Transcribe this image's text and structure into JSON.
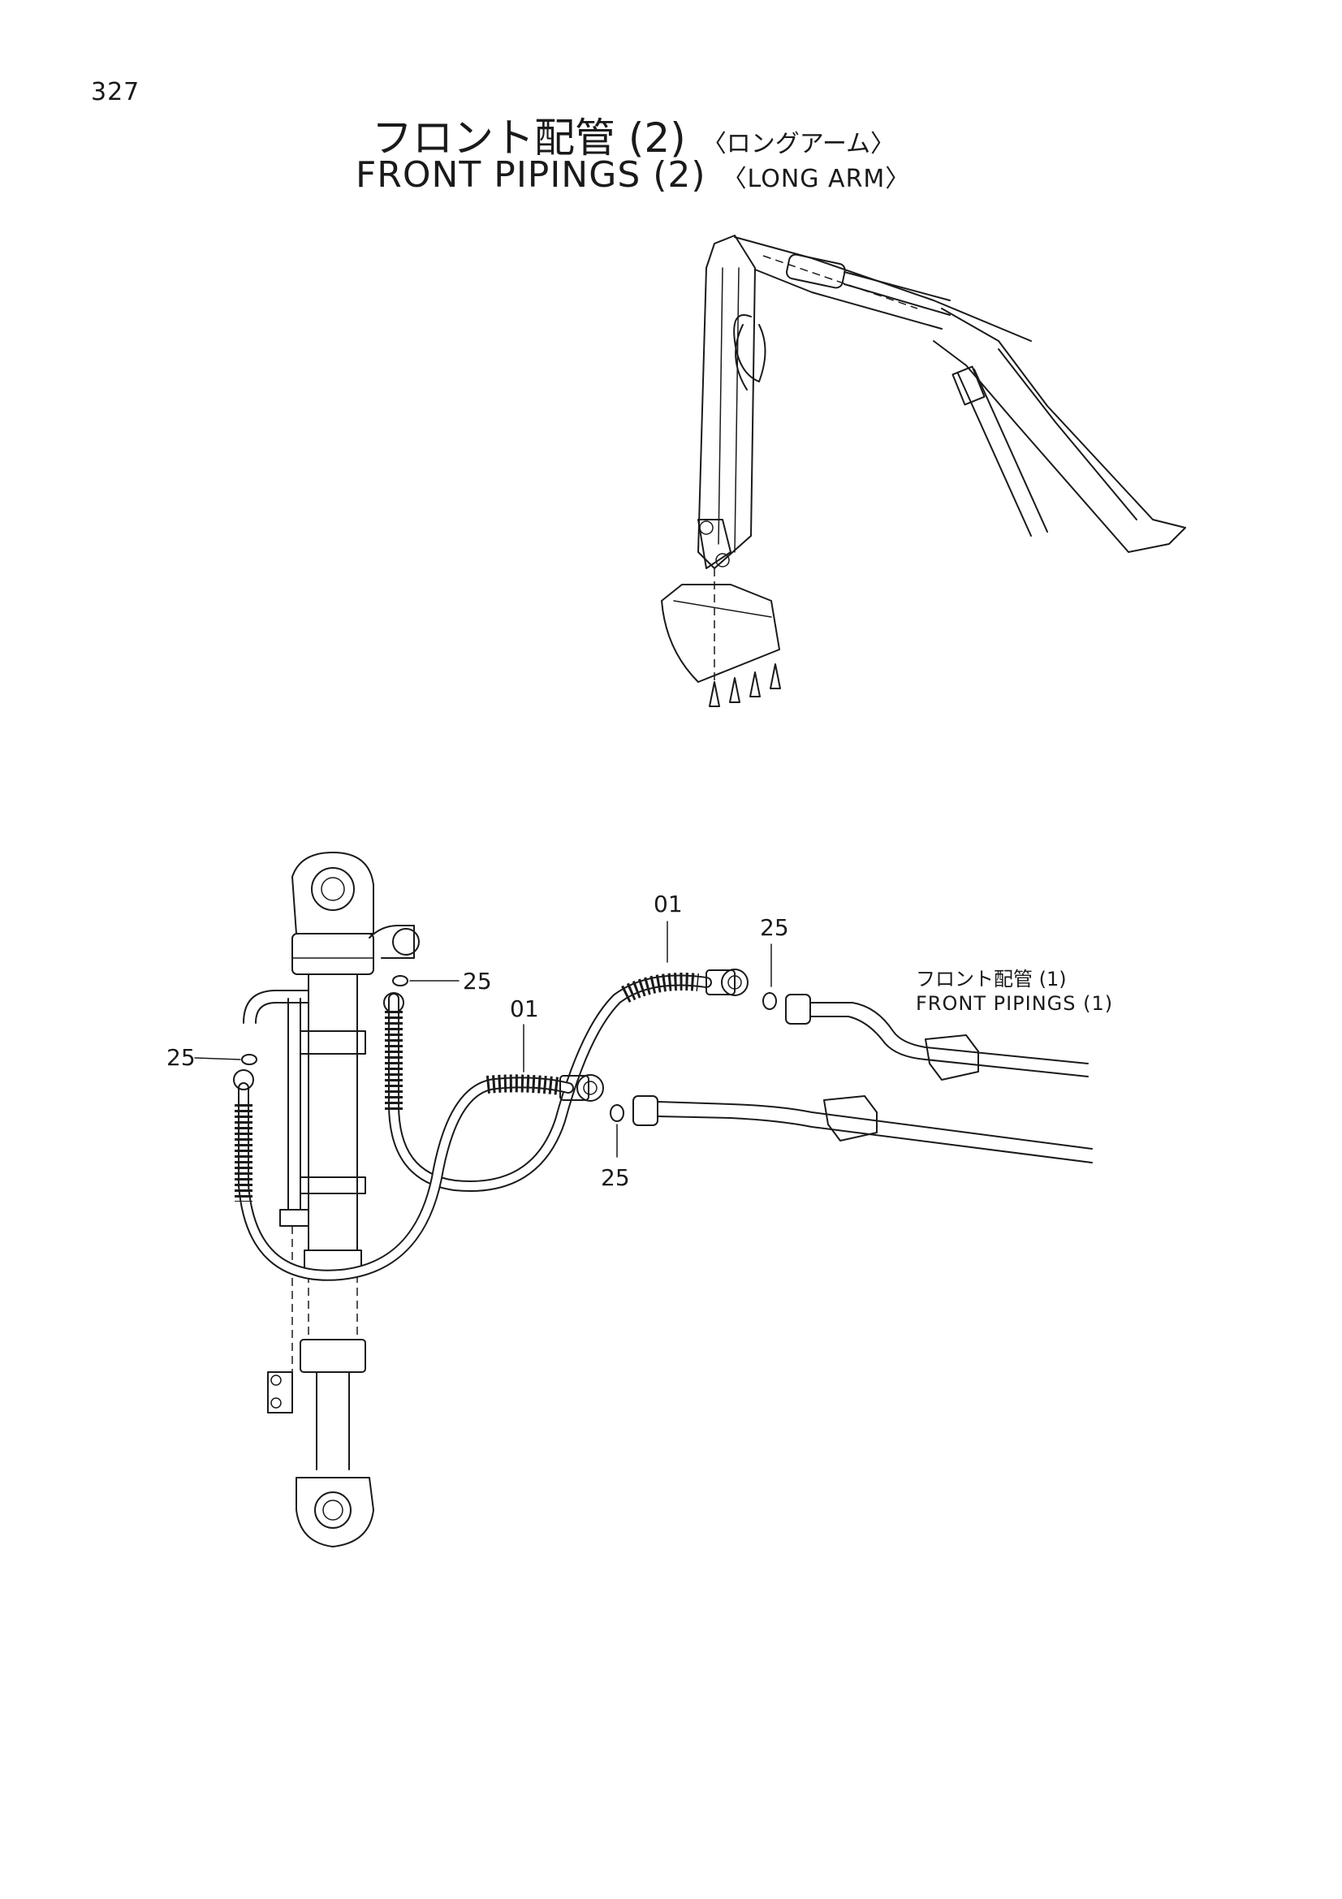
{
  "page_number": "327",
  "title": {
    "ja": "フロント配管 (2)",
    "ja_sub": "〈ロングアーム〉",
    "en": "FRONT PIPINGS (2)",
    "en_sub": "〈LONG ARM〉"
  },
  "reference": {
    "ja": "フロント配管 (1)",
    "en": "FRONT PIPINGS (1)"
  },
  "callouts": {
    "hose_upper": "01",
    "hose_lower": "01",
    "oring_top": "25",
    "oring_cyl_top": "25",
    "oring_cyl_left": "25",
    "oring_mid": "25"
  }
}
